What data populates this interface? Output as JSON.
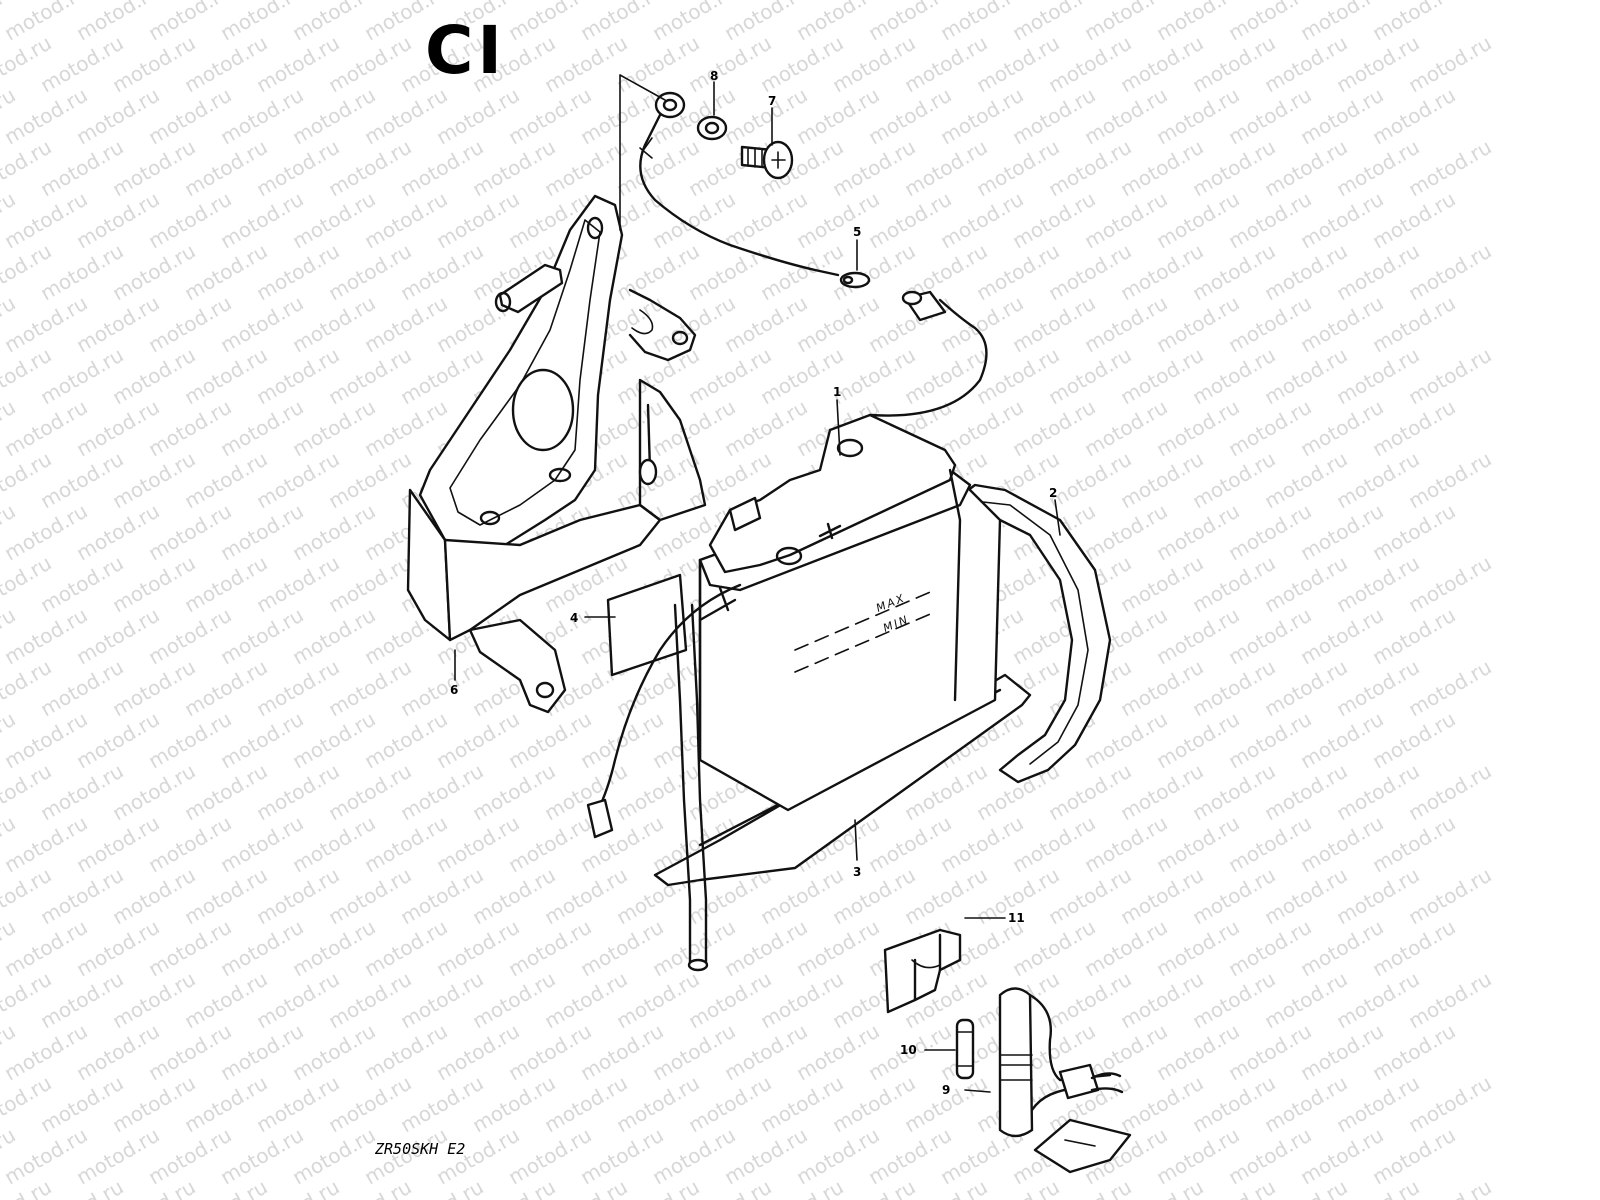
{
  "section_code": "CI",
  "model_code": "ZR50SKH E2",
  "watermark": "motod.ru",
  "battery_labels": {
    "max": "MAX",
    "min": "MIN"
  },
  "callouts": [
    {
      "id": "1",
      "part": "battery"
    },
    {
      "id": "2",
      "part": "battery-holder-band"
    },
    {
      "id": "3",
      "part": "battery-tray"
    },
    {
      "id": "4",
      "part": "battery-pad"
    },
    {
      "id": "5",
      "part": "ground-lead"
    },
    {
      "id": "6",
      "part": "battery-bracket"
    },
    {
      "id": "7",
      "part": "screw"
    },
    {
      "id": "8",
      "part": "washer"
    },
    {
      "id": "9",
      "part": "fuse-holder"
    },
    {
      "id": "10",
      "part": "fuse"
    },
    {
      "id": "11",
      "part": "fuse-clip"
    }
  ]
}
